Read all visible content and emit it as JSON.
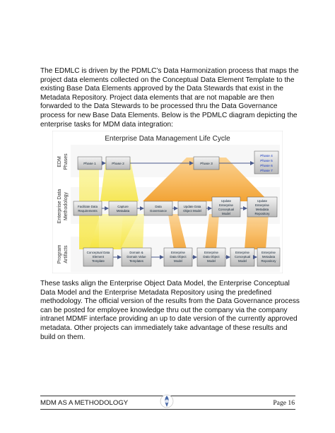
{
  "paragraph1": "The EDMLC is driven by the PDMLC’s Data Harmonization process that maps the project data elements collected on the Conceptual Data Element Template to the existing Base Data Elements approved by the Data Stewards that exist in the Metadata Repository. Project data elements that are not mapable are then forwarded to the Data Stewards to be processed thru the Data Governance process for new Base Data Elements. Below is the PDMLC diagram depicting the enterprise tasks for MDM data integration:",
  "paragraph2": "These tasks align the Enterprise Object Data Model, the Enterprise Conceptual Data Model and the Enterprise Metadata Repository using the predefined methodology.  The official version of the results from the Data Governance process can be posted for employee knowledge thru out the company via the company intranet MDMF interface providing an up to date version of the currently approved metadata. Other projects can immediately take advantage of these results and build on them.",
  "diagram": {
    "title": "Enterprise Data Management Life Cycle",
    "rows": {
      "edm": [
        "EDM",
        "Phases"
      ],
      "methodology": [
        "Enterprise Data",
        "Methodology"
      ],
      "artifacts": [
        "Program",
        "Artifacts"
      ]
    },
    "phases": [
      "Phase 1",
      "Phase 2",
      "Phase 3",
      "Phase 4",
      "Phase 5",
      "Phase 6",
      "Phase 7"
    ],
    "methodology_boxes": [
      [
        "Facilitate Data",
        "Requirements"
      ],
      [
        "Capture",
        "Metadata"
      ],
      [
        "Data",
        "Governance"
      ],
      [
        "Update Data",
        "Object Model"
      ],
      [
        "Update",
        "Enterprise",
        "Conceptual",
        "Model"
      ],
      [
        "Update",
        "Enterprise",
        "Metadata",
        "Repository"
      ]
    ],
    "artifact_boxes": [
      [
        "Conceptual Data",
        "Element",
        "Template"
      ],
      [
        "Domain &",
        "Domain Value",
        "Templates"
      ],
      [
        "Enterprise",
        "Data Object",
        "Model"
      ],
      [
        "Enterprise",
        "Data Object",
        "Model"
      ],
      [
        "Enterprise",
        "Conceptual",
        "Model"
      ],
      [
        "Enterprise",
        "Metadata",
        "Repository"
      ]
    ]
  },
  "footer": {
    "left": "MDM AS A METHODOLOGY",
    "right": "Page 16"
  }
}
